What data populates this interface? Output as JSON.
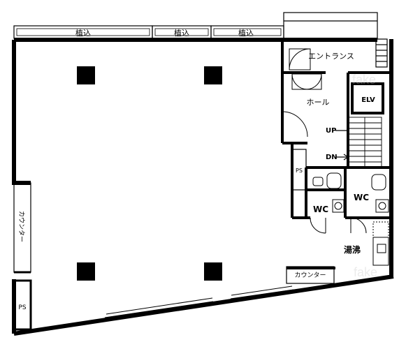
{
  "floor_plan": {
    "planters": [
      "植込",
      "植込",
      "植込"
    ],
    "rooms": {
      "entrance": "エントランス",
      "hall": "ホール",
      "elevator": "ELV",
      "stairs_up": "UP",
      "stairs_down": "DN",
      "wc_left": "WC",
      "wc_right": "WC",
      "kitchenette": "湯沸",
      "counter_right": "カウンター",
      "counter_left": "カウンター",
      "ps_core": "PS",
      "ps_corner": "PS"
    },
    "watermark": "fake"
  },
  "colors": {
    "wall": "#000000",
    "background": "#ffffff",
    "column": "#000000"
  }
}
